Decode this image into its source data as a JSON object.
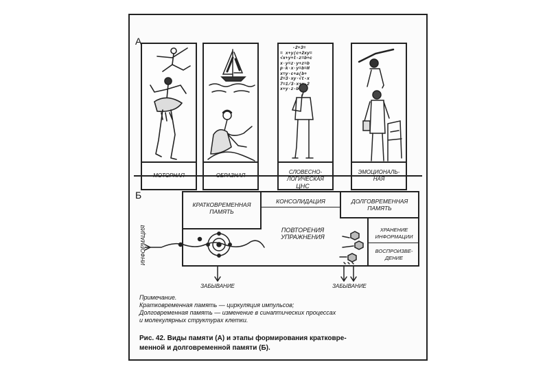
{
  "section_a": {
    "letter": "A",
    "panels": [
      {
        "label": "МОТОРНАЯ",
        "icon": "ballet-dancers-icon"
      },
      {
        "label": "ОБРАЗНАЯ",
        "icon": "sailboat-and-reclining-woman-icon"
      },
      {
        "label": "СЛОВЕСНО-\nЛОГИЧЕСКАЯ",
        "icon": "thinking-man-with-formulas-icon"
      },
      {
        "label": "ЭМОЦИОНАЛЬ-\nНАЯ",
        "icon": "man-with-chair-icon"
      }
    ],
    "formula_lines": [
      "-2+3=",
      "= x+y(c+2xy=",
      "√x+y+t-z=b+c",
      "x·y=z·y+z=b",
      "p·k·x·y=b=H",
      "x=y·c+a(b+",
      "2=3·xy·√t-x",
      "7=1/3·x+y-2",
      "x+y·z-b"
    ]
  },
  "section_b": {
    "letter": "Б",
    "cns": "ЦНС",
    "short_term": "КРАТКОВРЕМЕННАЯ\nПАМЯТЬ",
    "consolidation": "КОНСОЛИДАЦИЯ",
    "long_term": "ДОЛГОВРЕМЕННАЯ\nПАМЯТЬ",
    "repetition": "ПОВТОРЕНИЯ\nУПРАЖНЕНИЯ",
    "storage": "ХРАНЕНИЕ\nИНФОРМАЦИИ",
    "reproduction": "ВОСПРОИЗВЕ-\nДЕНИЕ",
    "information": "ИНФОРМАЦИЯ",
    "forgetting_1": "ЗАБЫВАНИЕ",
    "forgetting_2": "ЗАБЫВАНИЕ"
  },
  "note": {
    "title": "Примечание.",
    "line1": "Кратковременная память — циркуляция импульсов;",
    "line2": "Долговременная память — изменение в синаптических процессах",
    "line3": "и молекулярных структурах клетки."
  },
  "caption": {
    "line1": "Рис. 42. Виды памяти (А) и этапы формирования кратковре-",
    "line2": "менной и долговременной памяти (Б)."
  }
}
